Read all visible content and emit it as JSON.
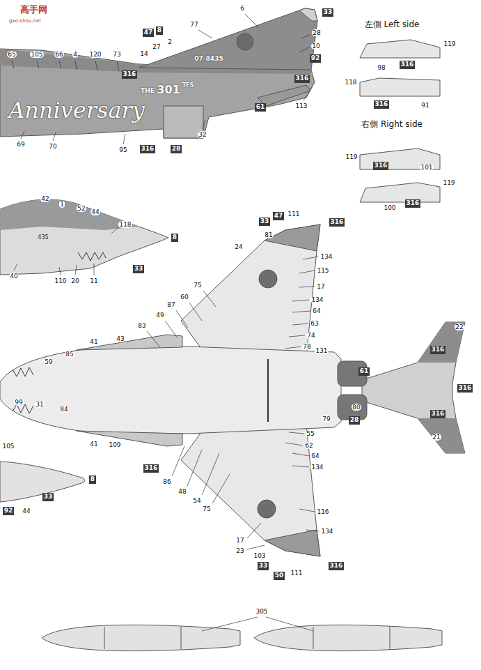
{
  "diagram": {
    "nodes": [
      {
        "text": [
          "33"
        ]
      },
      {
        "text": [
          "8"
        ]
      },
      {
        "text": [
          "47"
        ]
      },
      {
        "text": [
          "92"
        ]
      },
      {
        "text": [
          "316"
        ]
      },
      {
        "text": [
          "316"
        ]
      },
      {
        "text": [
          "316"
        ]
      },
      {
        "text": [
          "316"
        ]
      },
      {
        "text": [
          "61"
        ]
      },
      {
        "text": [
          "316"
        ]
      },
      {
        "text": [
          "28"
        ]
      },
      {
        "text": [
          "316"
        ]
      },
      {
        "text": [
          "316"
        ]
      },
      {
        "text": [
          "47"
        ]
      },
      {
        "text": [
          "33"
        ]
      },
      {
        "text": [
          "316"
        ]
      },
      {
        "text": [
          "8"
        ]
      },
      {
        "text": [
          "33"
        ]
      },
      {
        "text": [
          "316"
        ]
      },
      {
        "text": [
          "61"
        ]
      },
      {
        "text": [
          "316"
        ]
      },
      {
        "text": [
          "316"
        ]
      },
      {
        "text": [
          "28"
        ]
      },
      {
        "text": [
          "316"
        ]
      },
      {
        "text": [
          "8"
        ]
      },
      {
        "text": [
          "33"
        ]
      },
      {
        "text": [
          "92"
        ]
      },
      {
        "text": [
          "33"
        ]
      },
      {
        "text": [
          "316"
        ]
      },
      {
        "text": [
          "50"
        ]
      }
    ],
    "labels": [
      "高手网",
      "gao-shou.net",
      "6",
      "77",
      "左側 Left side",
      "28",
      "119",
      "10",
      "27",
      "2",
      "14",
      "65",
      "105",
      "66",
      "4",
      "120",
      "73",
      "07-8435",
      "98",
      "118",
      "THE",
      "301",
      "TFS",
      "Anniversary",
      "91",
      "113",
      "右側 Right side",
      "69",
      "70",
      "32",
      "95",
      "119",
      "101",
      "119",
      "42",
      "1",
      "100",
      "52",
      "44",
      "111",
      "118",
      "81",
      "435",
      "24",
      "134",
      "115",
      "40",
      "110",
      "20",
      "11",
      "75",
      "17",
      "60",
      "134",
      "87",
      "64",
      "49",
      "63",
      "83",
      "22",
      "74",
      "43",
      "41",
      "78",
      "131",
      "85",
      "59",
      "99",
      "31",
      "80",
      "84",
      "79",
      "55",
      "21",
      "41",
      "109",
      "62",
      "105",
      "64",
      "134",
      "86",
      "48",
      "54",
      "75",
      "44",
      "116",
      "134",
      "17",
      "23",
      "103",
      "111",
      "305"
    ]
  }
}
